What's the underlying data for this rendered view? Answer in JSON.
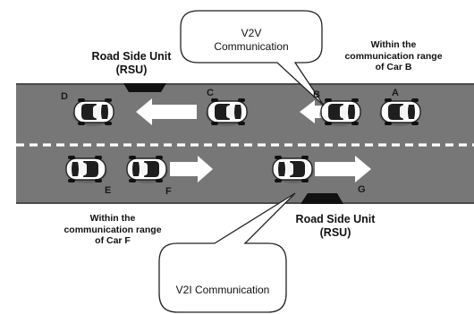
{
  "labels": {
    "rsu_top": [
      "Road Side Unit",
      "(RSU)"
    ],
    "rsu_bottom": [
      "Road Side Unit",
      "(RSU)"
    ],
    "v2v": [
      "V2V",
      "Communication"
    ],
    "v2i": "V2I Communication",
    "range_b": [
      "Within the",
      "communication range",
      "of Car B"
    ],
    "range_f": [
      "Within the",
      "communication range",
      "of Car F"
    ]
  },
  "cars": [
    "A",
    "B",
    "C",
    "D",
    "E",
    "F",
    "G"
  ],
  "colors": {
    "road": "#777777",
    "lane_divider": "#ffffff",
    "car_body": "#ffffff",
    "car_glass": "#222222",
    "arrow": "#ffffff",
    "rsu": "#111111"
  }
}
